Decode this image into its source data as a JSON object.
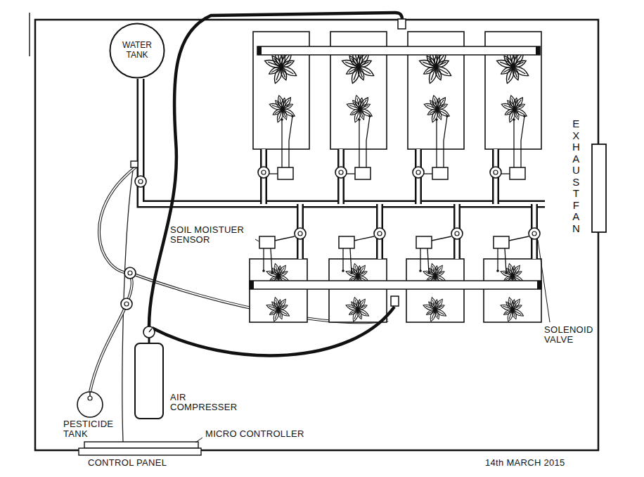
{
  "diagram": {
    "nodes": [
      {
        "text": [
          "WATER TANK"
        ]
      }
    ],
    "labels": [
      "SOIL MOISTUER SENSOR",
      "SOLENOID VALVE",
      "EXHAUST FAN",
      "AIR COMPRESSER",
      "PESTICIDE TANK",
      "MICRO CONTROLLER",
      "CONTROL PANEL",
      "14th MARCH 2015"
    ]
  }
}
